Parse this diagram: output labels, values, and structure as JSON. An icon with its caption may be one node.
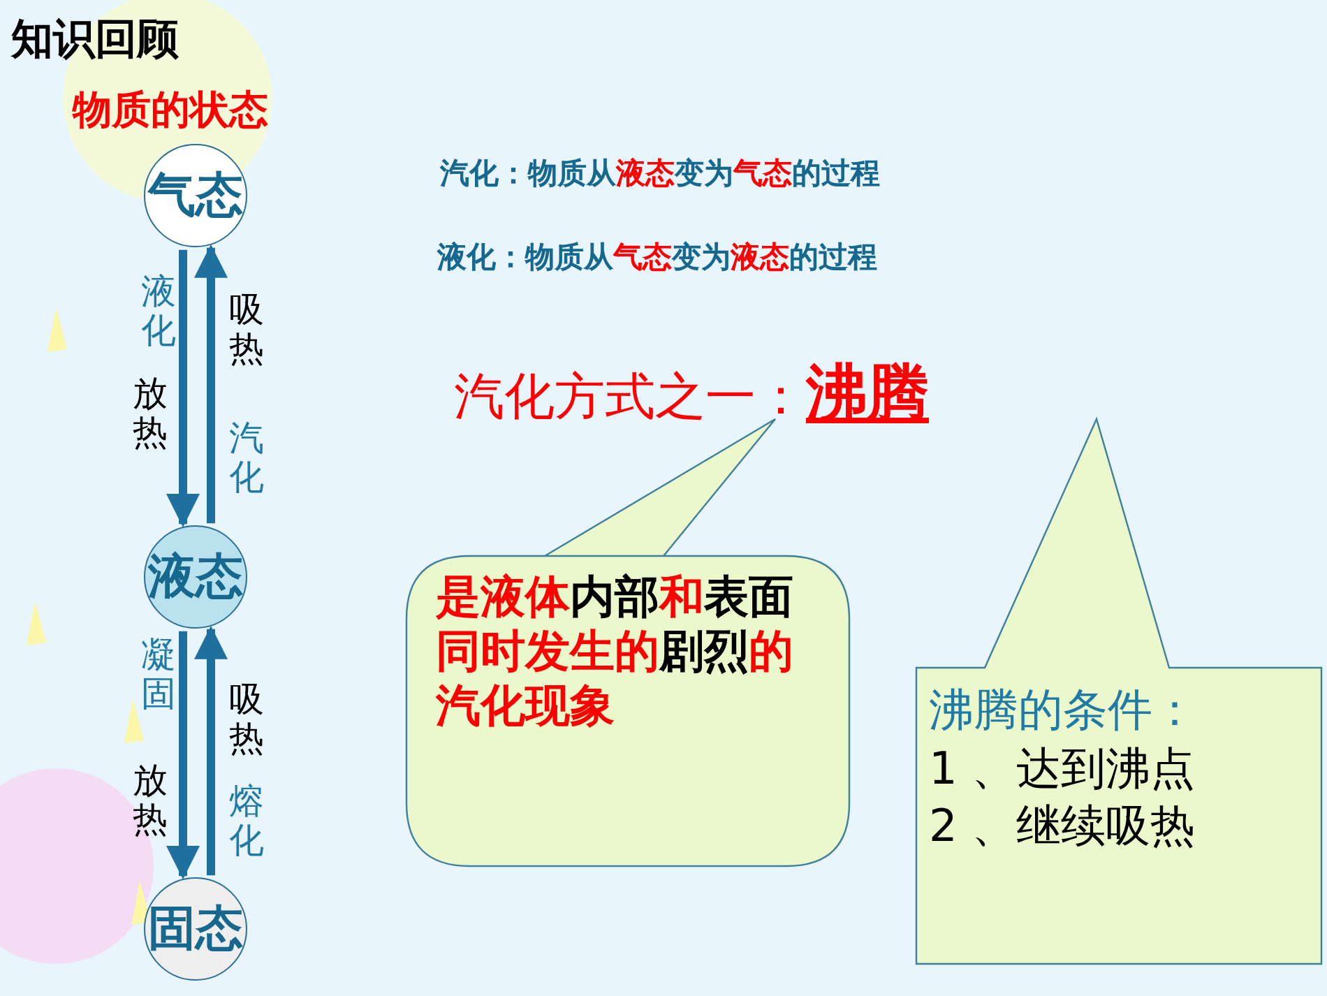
{
  "diagram": {
    "title": "知识回顾",
    "nodes": [
      {
        "text": [
          "气态"
        ]
      },
      {
        "text": [
          "液态"
        ]
      },
      {
        "text": [
          "固态"
        ]
      },
      {
        "text": [
          "是液体**内部**和**表面**同时发生的**剧烈**的汽化现象"
        ]
      },
      {
        "text": [
          "沸腾的条件：",
          "1 、达到沸点",
          "2 、继续吸热"
        ]
      }
    ],
    "edges": [
      {
        "from": 0,
        "to": 1,
        "arrow": "to",
        "label": "液化"
      },
      {
        "from": 1,
        "to": 0,
        "arrow": "to",
        "label": "汽化"
      },
      {
        "from": 1,
        "to": 2,
        "arrow": "to",
        "label": "凝固"
      },
      {
        "from": 2,
        "to": 1,
        "arrow": "to",
        "label": "熔化"
      }
    ],
    "labels": [
      "物质的状态",
      "汽化：物质从**液态**变为**气态**的过程",
      "液化：物质从**气态**变为**液态**的过程",
      "汽化方式之一：**沸腾**",
      "放热",
      "吸热",
      "放热",
      "吸热"
    ]
  }
}
